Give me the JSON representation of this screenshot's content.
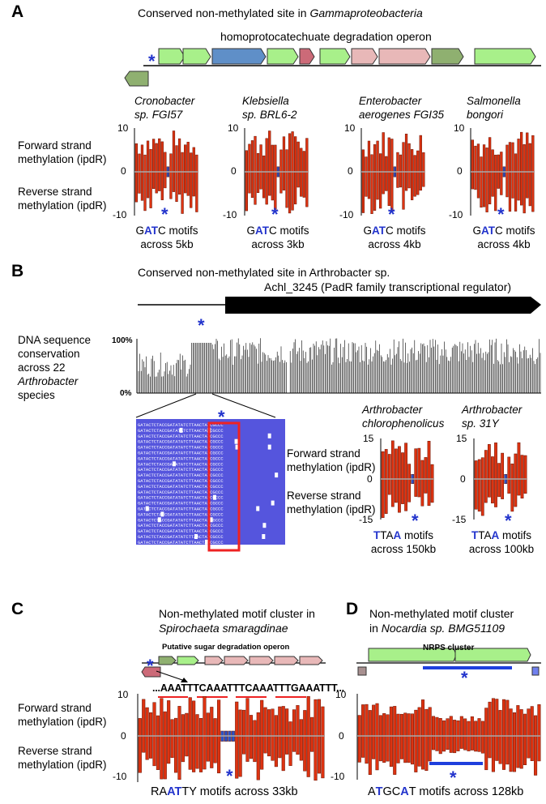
{
  "panelA": {
    "letter": "A",
    "title_prefix": "Conserved non-methylated site in ",
    "title_species": "Gammaproteobacteria",
    "operon_label": "homoprotocatechuate degradation operon",
    "fwd_label": [
      "Forward strand",
      "methylation (ipdR)"
    ],
    "rev_label": [
      "Reverse strand",
      "methylation (ipdR)"
    ],
    "y_ticks": [
      "10",
      "0",
      "-10"
    ],
    "strains": [
      {
        "name": [
          "Cronobacter",
          "sp. FGI57"
        ],
        "motif_pre": "G",
        "motif_mid": "AT",
        "motif_post": "C motifs",
        "across": "across 5kb"
      },
      {
        "name": [
          "Klebsiella",
          "sp. BRL6-2"
        ],
        "motif_pre": "G",
        "motif_mid": "AT",
        "motif_post": "C motifs",
        "across": "across 3kb"
      },
      {
        "name": [
          "Enterobacter",
          "aerogenes FGI35"
        ],
        "motif_pre": "G",
        "motif_mid": "AT",
        "motif_post": "C motifs",
        "across": "across 4kb"
      },
      {
        "name": [
          "Salmonella",
          "bongori"
        ],
        "motif_pre": "G",
        "motif_mid": "AT",
        "motif_post": "C motifs",
        "across": "across 4kb"
      }
    ]
  },
  "panelB": {
    "letter": "B",
    "title": "Conserved non-methylated site in Arthrobacter sp.",
    "gene_label": "Achl_3245 (PadR family transcriptional regulator)",
    "conservation_label": [
      "DNA sequence",
      "conservation",
      "across 22",
      "Arthrobacter",
      "species"
    ],
    "pct_top": "100%",
    "pct_bottom": "0%",
    "fwd_label": [
      "Forward strand",
      "methylation (ipdR)"
    ],
    "rev_label": [
      "Reverse strand",
      "methylation (ipdR)"
    ],
    "y_ticks": [
      "15",
      "0",
      "-15"
    ],
    "strains": [
      {
        "name": [
          "Arthrobacter",
          "chlorophenolicus"
        ],
        "motif_a": "T",
        "motif_b": "TA",
        "motif_c": "A",
        "motif_post": " motifs",
        "across": "across 150kb"
      },
      {
        "name": [
          "Arthrobacter",
          "sp. 31Y"
        ],
        "motif_a": "T",
        "motif_b": "TA",
        "motif_c": "A",
        "motif_post": " motifs",
        "across": "across 100kb"
      }
    ]
  },
  "panelC": {
    "letter": "C",
    "title": [
      "Non-methylated motif cluster in",
      "Spirochaeta smaragdinae"
    ],
    "operon_label": "Putative sugar degradation operon",
    "sequence": "...AAATTTCAAATTTCAAATTTGAAATTT...",
    "fwd_label": [
      "Forward strand",
      "methylation (ipdR)"
    ],
    "rev_label": [
      "Reverse strand",
      "methylation (ipdR)"
    ],
    "y_ticks": [
      "10",
      "0",
      "-10"
    ],
    "motif_pre": "RA",
    "motif_mid": "AT",
    "motif_post": "TY motifs across 33kb"
  },
  "panelD": {
    "letter": "D",
    "title": [
      "Non-methylated  motif cluster",
      "in Nocardia sp. BMG51109"
    ],
    "cluster_label": "NRPS cluster",
    "y_ticks": [
      "10",
      "0",
      "-10"
    ],
    "motif_pre": "A",
    "motif_mid1": "T",
    "motif_mid2": "GC",
    "motif_mid3": "A",
    "motif_post": "T motifs across 128kb"
  },
  "asterisk": "*",
  "colors": {
    "bar": "#dd3311",
    "gene_green": "#a8f08a",
    "gene_blue": "#5f8fc8",
    "gene_pink": "#e8b8b8",
    "gene_red": "#cc6a78",
    "gene_olive": "#8fb070",
    "motif_blue": "#2233cc",
    "alignment_blue": "#5555dd"
  }
}
